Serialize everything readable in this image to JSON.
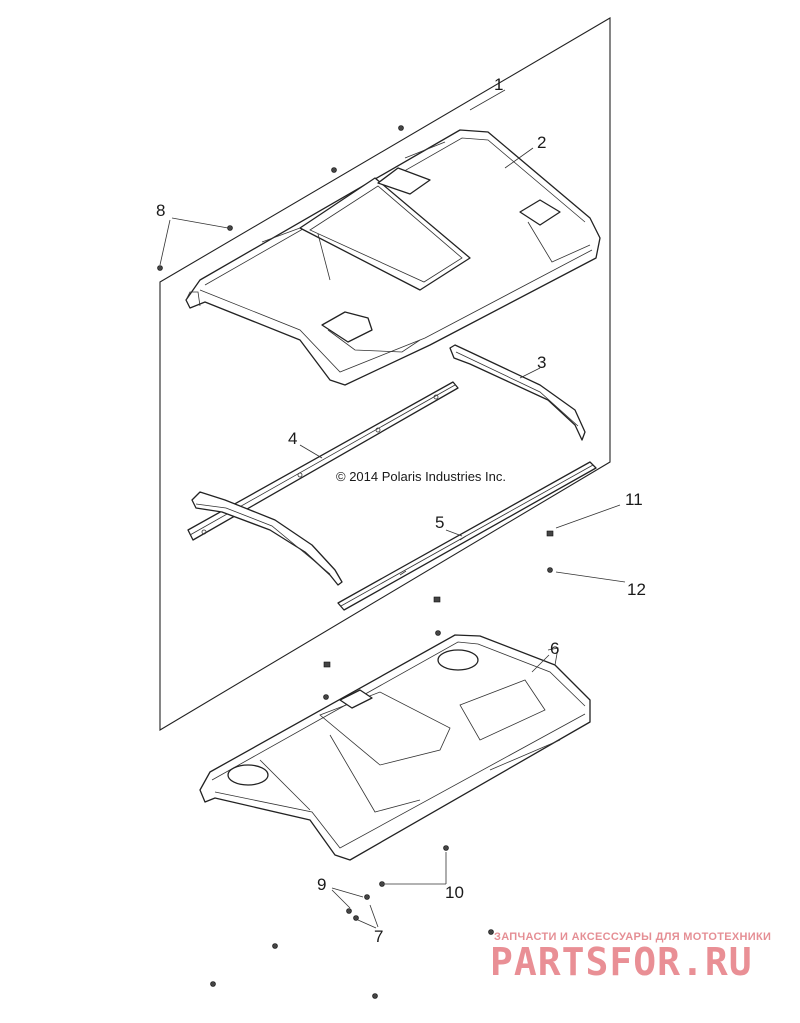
{
  "copyright": "© 2014 Polaris Industries Inc.",
  "callouts": {
    "c1": "1",
    "c2": "2",
    "c3": "3",
    "c4": "4",
    "c5": "5",
    "c6": "6",
    "c7": "7",
    "c8": "8",
    "c9": "9",
    "c10": "10",
    "c11": "11",
    "c12": "12"
  },
  "watermark": {
    "tagline": "ЗАПЧАСТИ И АКСЕССУАРЫ ДЛЯ МОТОТЕХНИКИ",
    "brand": "PARTSFOR.RU"
  },
  "colors": {
    "line": "#222222",
    "watermark": "#d8353f",
    "background": "#ffffff"
  }
}
